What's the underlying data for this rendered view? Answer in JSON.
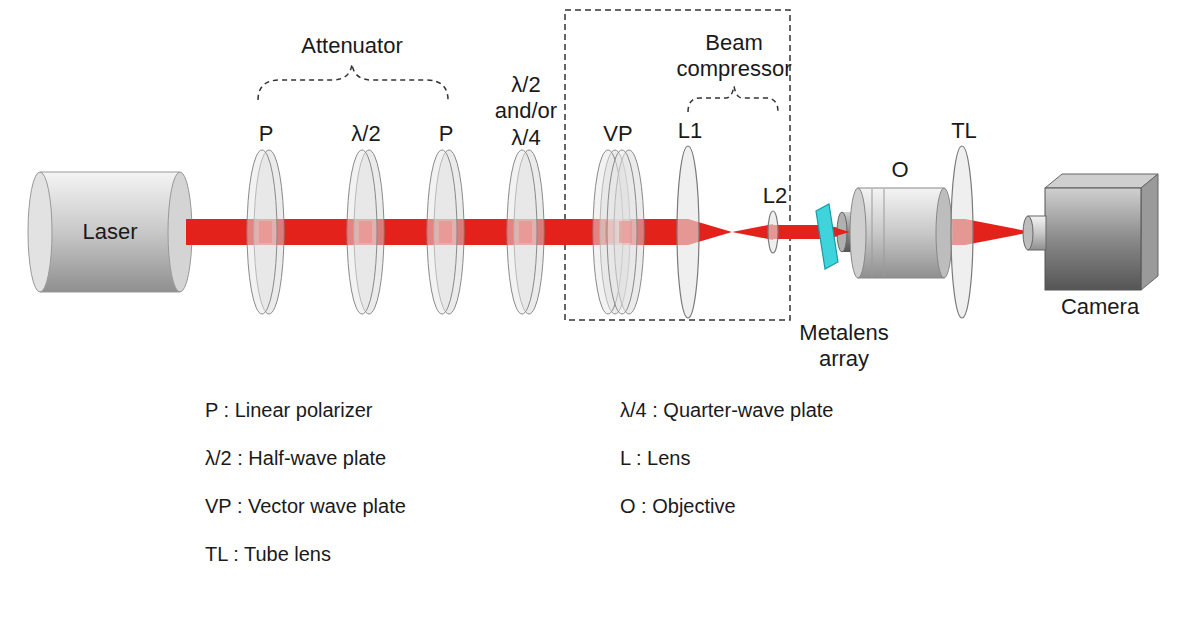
{
  "diagram": {
    "nodes": [
      {
        "text": [
          "Laser"
        ]
      },
      {
        "text": [
          "Camera"
        ]
      }
    ],
    "labels": [
      "Attenuator",
      "P",
      "λ/2",
      "P",
      "λ/2 and/or λ/4",
      "Beam compressor",
      "VP",
      "L1",
      "L2",
      "Metalens array",
      "O",
      "TL",
      "P : Linear polarizer",
      "λ/2 : Half-wave plate",
      "VP : Vector wave plate",
      "TL : Tube lens",
      "λ/4 : Quarter-wave plate",
      "L : Lens",
      "O : Objective"
    ]
  }
}
